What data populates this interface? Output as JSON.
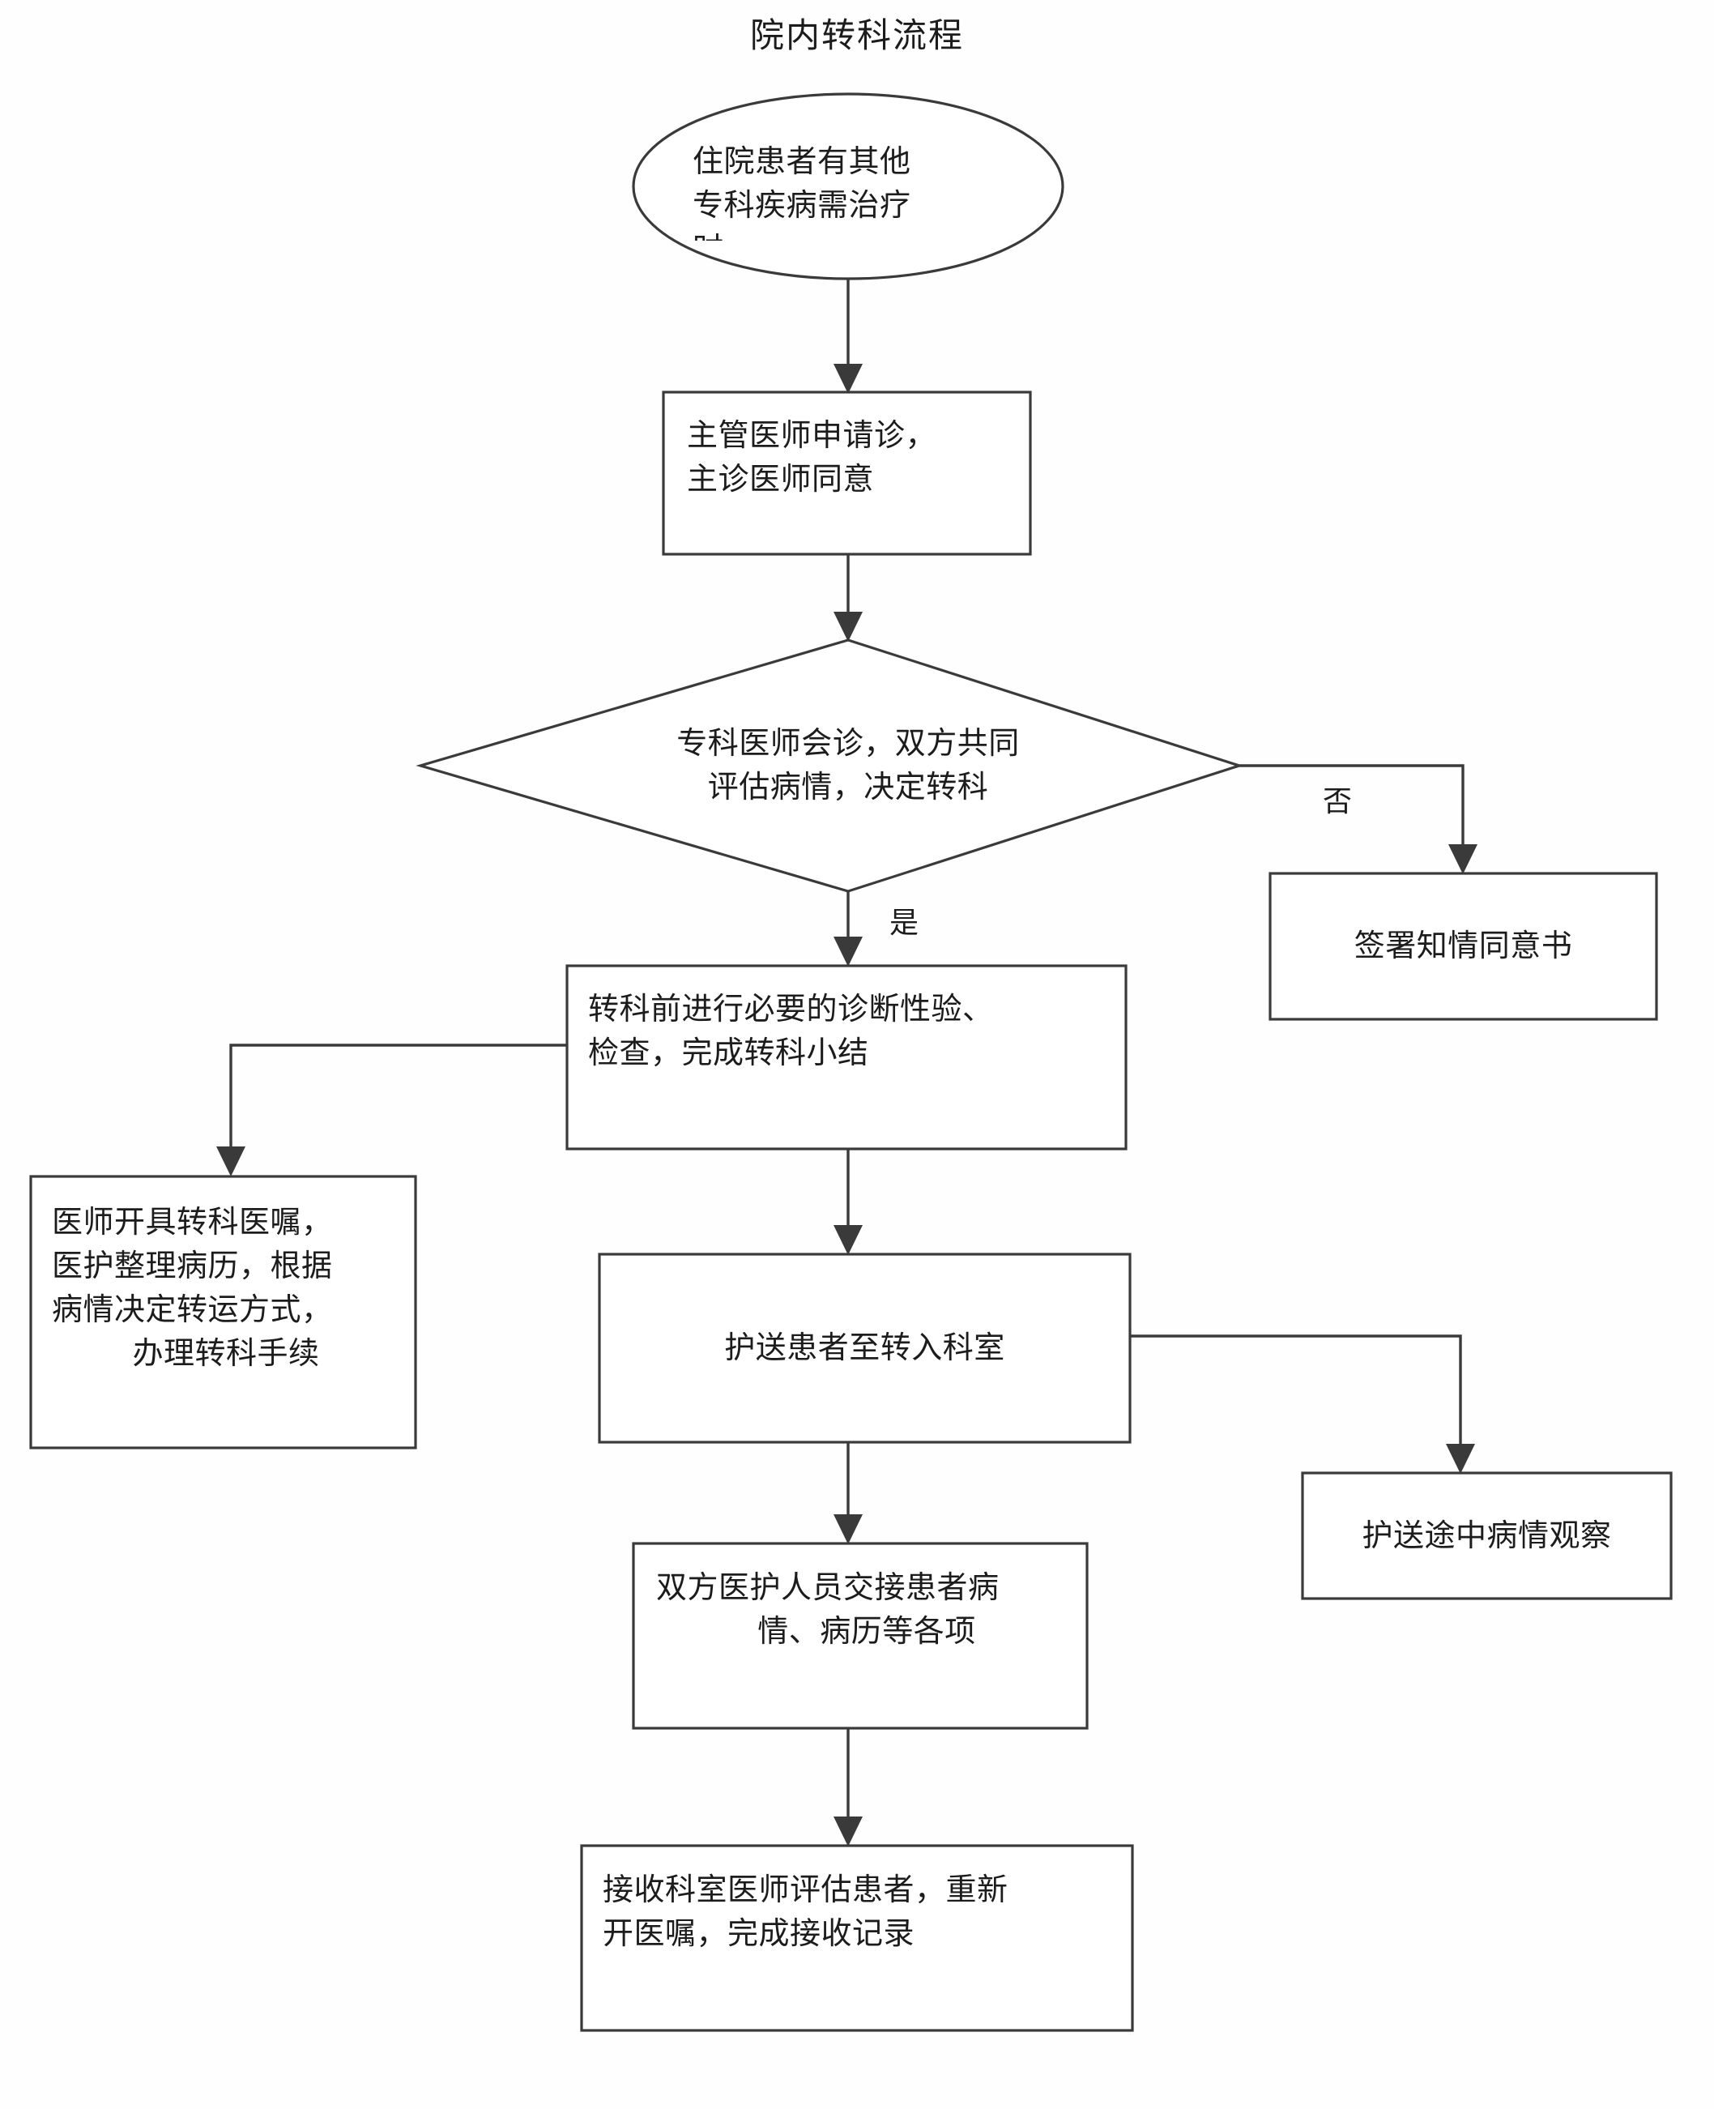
{
  "document": {
    "title": "院内转科流程"
  },
  "colors": {
    "stroke": "#3a3a3a",
    "text": "#1c1c1c",
    "background": "#ffffff"
  },
  "nodes": [
    {
      "id": "start",
      "shape": "ellipse",
      "lines": [
        "住院患者有其他",
        "专科疾病需治疗",
        "时"
      ],
      "align": "left"
    },
    {
      "id": "apply-consult",
      "shape": "rectangle",
      "lines": [
        "主管医师申请诊，",
        "主诊医师同意"
      ],
      "align": "left"
    },
    {
      "id": "decision-transfer",
      "shape": "diamond",
      "lines": [
        "专科医师会诊，双方共同",
        "评估病情，决定转科"
      ],
      "align": "center"
    },
    {
      "id": "informed-consent",
      "shape": "rectangle",
      "lines": [
        "签署知情同意书"
      ],
      "align": "center"
    },
    {
      "id": "pre-transfer-exam",
      "shape": "rectangle",
      "lines": [
        "转科前进行必要的诊断性验、",
        "检查，完成转科小结"
      ],
      "align": "left"
    },
    {
      "id": "doctor-orders",
      "shape": "rectangle",
      "lines": [
        "医师开具转科医嘱，",
        "医护整理病历，根据",
        "病情决定转运方式，",
        "办理转科手续"
      ],
      "align": "left"
    },
    {
      "id": "escort-patient",
      "shape": "rectangle",
      "lines": [
        "护送患者至转入科室"
      ],
      "align": "center"
    },
    {
      "id": "observe-during-escort",
      "shape": "rectangle",
      "lines": [
        "护送途中病情观察"
      ],
      "align": "center"
    },
    {
      "id": "handover",
      "shape": "rectangle",
      "lines": [
        "双方医护人员交接患者病",
        "情、病历等各项"
      ],
      "align": "left"
    },
    {
      "id": "receive-assess",
      "shape": "rectangle",
      "lines": [
        "接收科室医师评估患者，重新",
        "开医嘱，完成接收记录"
      ],
      "align": "left"
    }
  ],
  "edge_labels": {
    "no": "否",
    "yes": "是"
  }
}
